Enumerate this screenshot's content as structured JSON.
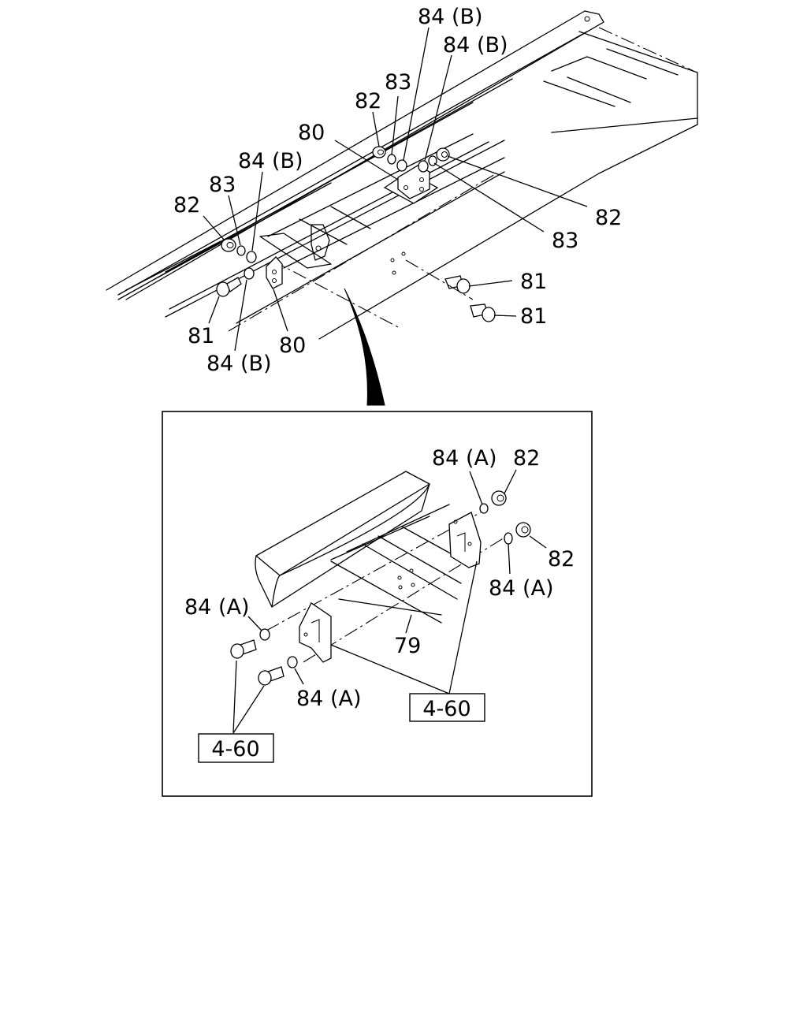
{
  "colors": {
    "line": "#000000",
    "background": "#ffffff"
  },
  "upper": {
    "labels": {
      "l84b_top1": "84 (B)",
      "l84b_top2": "84 (B)",
      "l83_top": "83",
      "l82_top": "82",
      "l80_top": "80",
      "l84b_left": "84 (B)",
      "l83_left": "83",
      "l82_left": "82",
      "l82_right": "82",
      "l83_right": "83",
      "l81_r1": "81",
      "l81_r2": "81",
      "l81_left": "81",
      "l84b_bottom": "84 (B)",
      "l80_bottom": "80"
    }
  },
  "detail": {
    "labels": {
      "l84a_top": "84 (A)",
      "l82_top": "82",
      "l82_right": "82",
      "l84a_right": "84 (A)",
      "l84a_left": "84 (A)",
      "l79": "79",
      "l84a_bottom": "84 (A)"
    },
    "refs": {
      "ref_right": "4-60",
      "ref_left": "4-60"
    }
  }
}
